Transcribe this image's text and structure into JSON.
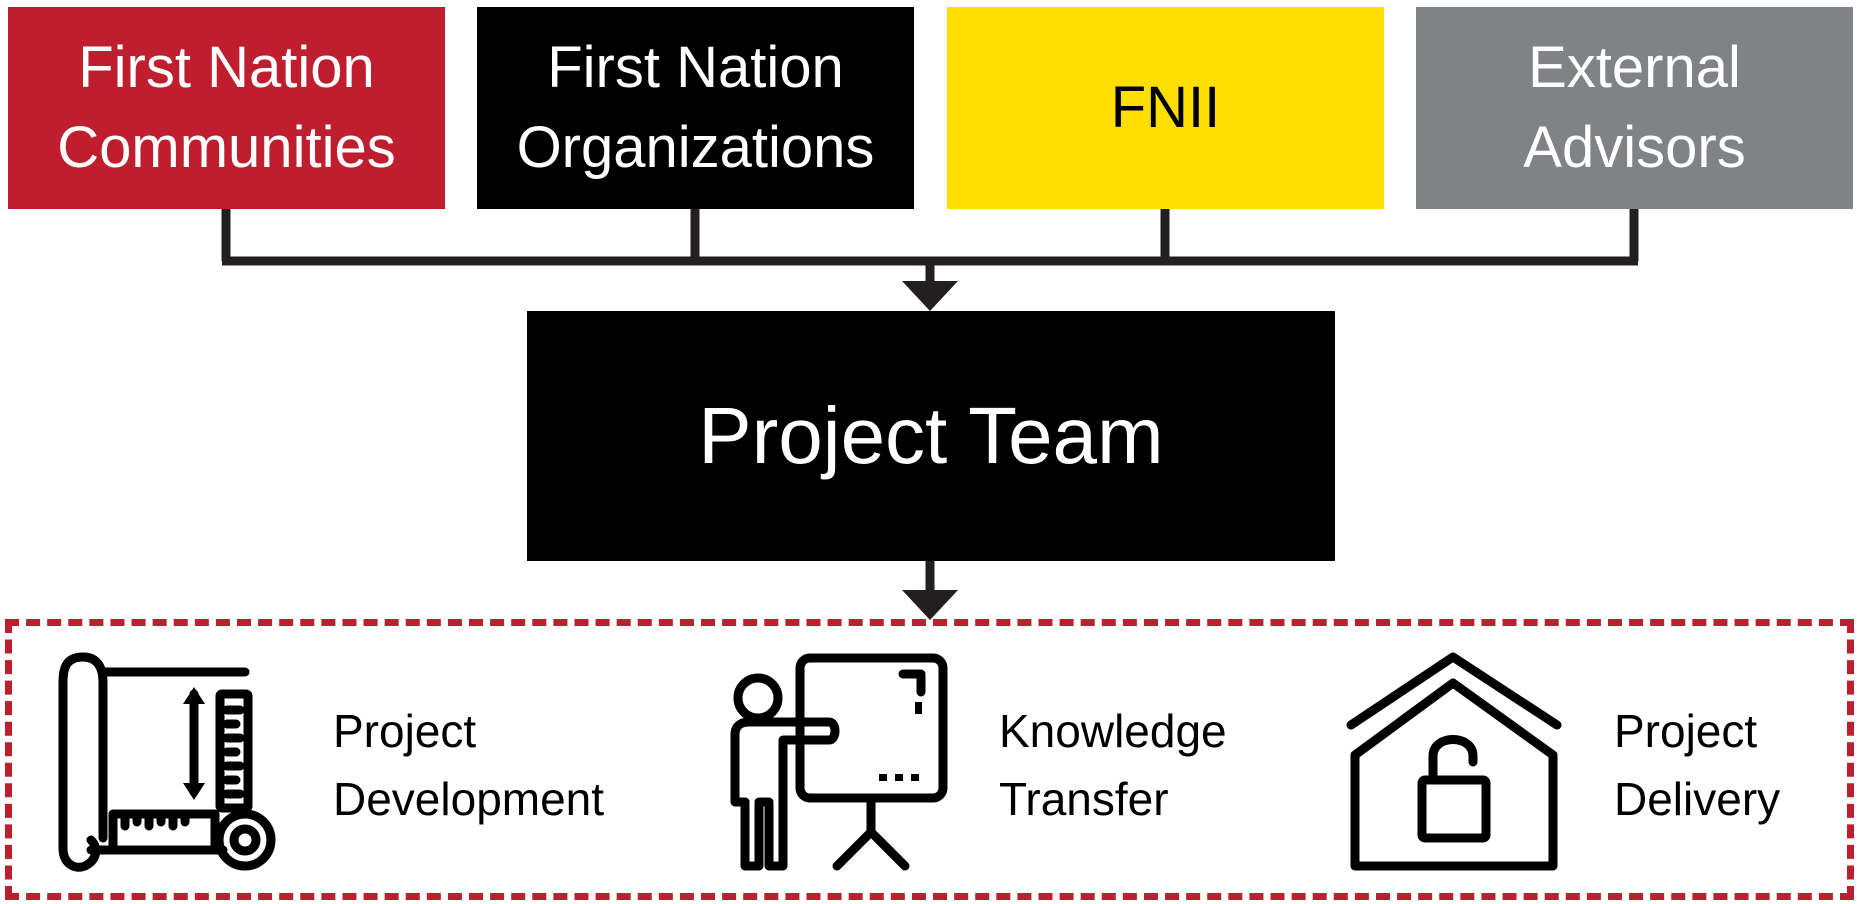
{
  "sources": [
    {
      "label": "First Nation\nCommunities",
      "bg": "#be1e2d",
      "fg": "#ffffff"
    },
    {
      "label": "First Nation\nOrganizations",
      "bg": "#000000",
      "fg": "#ffffff"
    },
    {
      "label": "FNII",
      "bg": "#ffde00",
      "fg": "#000000"
    },
    {
      "label": "External\nAdvisors",
      "bg": "#808285",
      "fg": "#ffffff"
    }
  ],
  "team": {
    "label": "Project Team",
    "bg": "#000000",
    "fg": "#ffffff"
  },
  "connector_color": "#231f20",
  "outcomes_border_color": "#be1e2d",
  "outcomes": [
    {
      "label": "Project\nDevelopment",
      "icon": "blueprint-icon"
    },
    {
      "label": "Knowledge\nTransfer",
      "icon": "presenter-board-icon"
    },
    {
      "label": "Project\nDelivery",
      "icon": "house-unlocked-icon"
    }
  ]
}
